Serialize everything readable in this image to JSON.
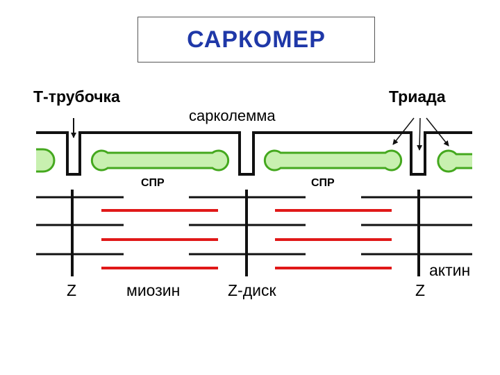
{
  "title": "САРКОМЕР",
  "labels": {
    "t_tubule": "Т-трубочка",
    "sarcolemma": "сарколемма",
    "triad": "Триада",
    "sr_left": "СПР",
    "sr_right": "СПР",
    "z_left": "Z",
    "myosin": "миозин",
    "z_disk": "Z-диск",
    "actin": "актин",
    "z_right": "Z"
  },
  "colors": {
    "title": "#1f38a8",
    "outline": "#111111",
    "sr_fill": "#c8f0b0",
    "sr_stroke": "#44a81e",
    "myosin": "#e01818",
    "actin": "#111111"
  }
}
